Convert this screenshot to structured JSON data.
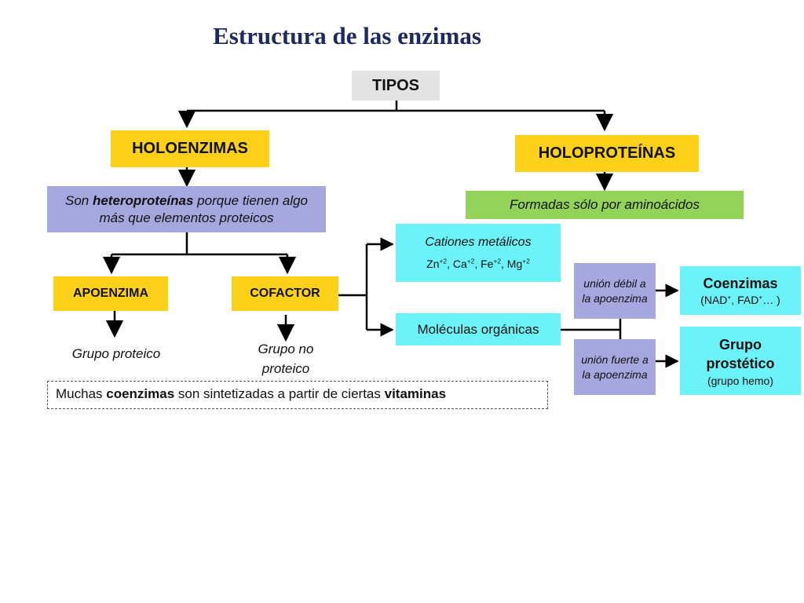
{
  "title": "Estructura de las enzimas",
  "nodes": {
    "tipos": "TIPOS",
    "holoenzimas": "HOLOENZIMAS",
    "holoproteinas": "HOLOPROTEÍNAS",
    "hetero_pre": "Son ",
    "hetero_bold": "heteroproteínas",
    "hetero_post": " porque tienen algo más que elementos proteicos",
    "formadas": "Formadas sólo por aminoácidos",
    "apoenzima": "APOENZIMA",
    "cofactor": "COFACTOR",
    "grupo_proteico": "Grupo proteico",
    "grupo_no_proteico": "Grupo no proteico",
    "cationes_title": "Cationes metálicos",
    "cationes_ions": [
      {
        "sym": "Zn",
        "charge": "+2",
        "sep": ", "
      },
      {
        "sym": "Ca",
        "charge": "+2",
        "sep": ", "
      },
      {
        "sym": "Fe",
        "charge": "+2",
        "sep": ", "
      },
      {
        "sym": "Mg",
        "charge": "+2",
        "sep": ""
      }
    ],
    "moleculas": "Moléculas orgánicas",
    "union_debil": "unión débil a la apoenzima",
    "union_fuerte": "unión fuerte a la apoenzima",
    "coenzimas_title": "Coenzimas",
    "coenzimas_p1": "(NAD",
    "coenzimas_sup1": "+",
    "coenzimas_p2": ", FAD",
    "coenzimas_sup2": "+",
    "coenzimas_p3": "… )",
    "prostetico_title": "Grupo prostético",
    "prostetico_sub": "(grupo hemo)",
    "note_p1": "Muchas ",
    "note_b1": "coenzimas",
    "note_p2": " son sintetizadas a partir de ciertas ",
    "note_b2": "vitaminas"
  },
  "colors": {
    "title": "#1f2a5c",
    "gray": "#e3e3e3",
    "yellow": "#fdd11a",
    "lavender": "#a7a7e0",
    "green": "#93d35a",
    "cyan": "#6cf3f8",
    "line": "#000000"
  }
}
